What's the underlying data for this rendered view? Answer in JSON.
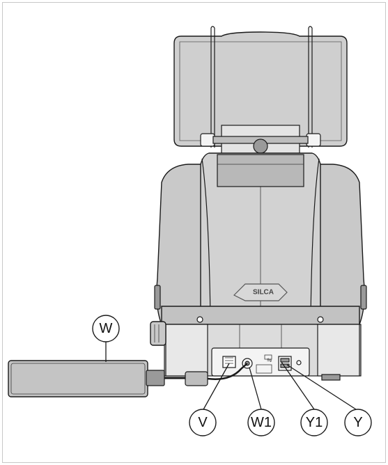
{
  "figure": {
    "logo_text": "SILCA",
    "callouts": [
      {
        "id": "W",
        "label": "W"
      },
      {
        "id": "V",
        "label": "V"
      },
      {
        "id": "W1",
        "label": "W1"
      },
      {
        "id": "Y1",
        "label": "Y1"
      },
      {
        "id": "Y",
        "label": "Y"
      }
    ]
  }
}
